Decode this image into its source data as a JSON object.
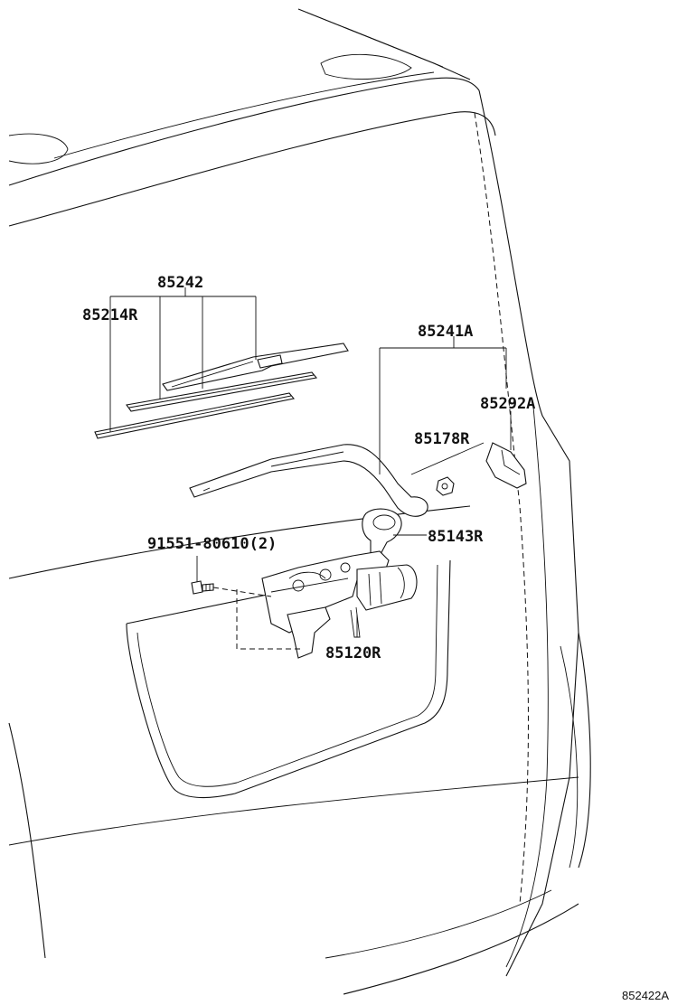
{
  "diagram": {
    "labels": {
      "blade_assembly": "85242",
      "blade_rubber": "85214R",
      "arm": "85241A",
      "head_cap": "85292A",
      "nut": "85178R",
      "pivot_cap": "85143R",
      "bolt": "91551-80610(2)",
      "motor": "85120R"
    },
    "figure_code": "852422A"
  }
}
